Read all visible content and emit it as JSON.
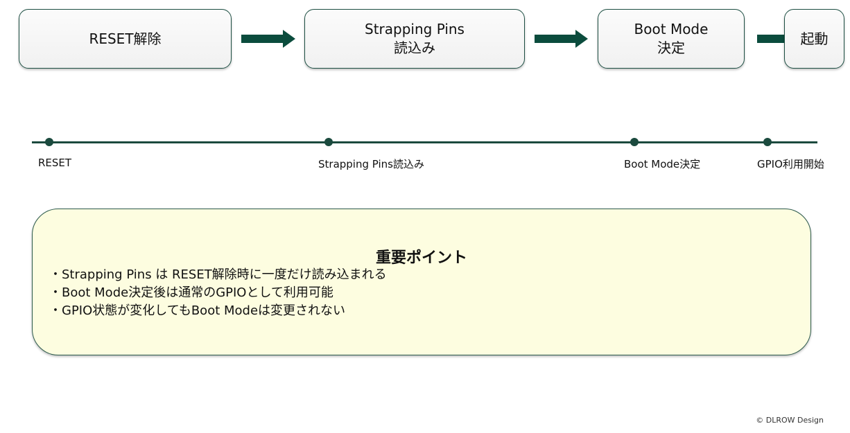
{
  "flow": {
    "steps": [
      {
        "lines": [
          "RESET解除"
        ]
      },
      {
        "lines": [
          "Strapping Pins",
          "読込み"
        ]
      },
      {
        "lines": [
          "Boot Mode",
          "決定"
        ]
      },
      {
        "lines": [
          "起動"
        ]
      }
    ]
  },
  "timeline": {
    "points": [
      "RESET",
      "Strapping Pins読込み",
      "Boot Mode決定",
      "GPIO利用開始"
    ]
  },
  "important": {
    "title": "重要ポイント",
    "items": [
      "・Strapping Pins は RESET解除時に一度だけ読み込まれる",
      "・Boot Mode決定後は通常のGPIOとして利用可能",
      "・GPIO状態が変化してもBoot Modeは変更されない"
    ]
  },
  "footer": {
    "copyright": "© DLROW Design"
  },
  "colors": {
    "accent": "#0b4c3d",
    "box_border": "#1d4f43",
    "note_background": "#fdfde0"
  }
}
